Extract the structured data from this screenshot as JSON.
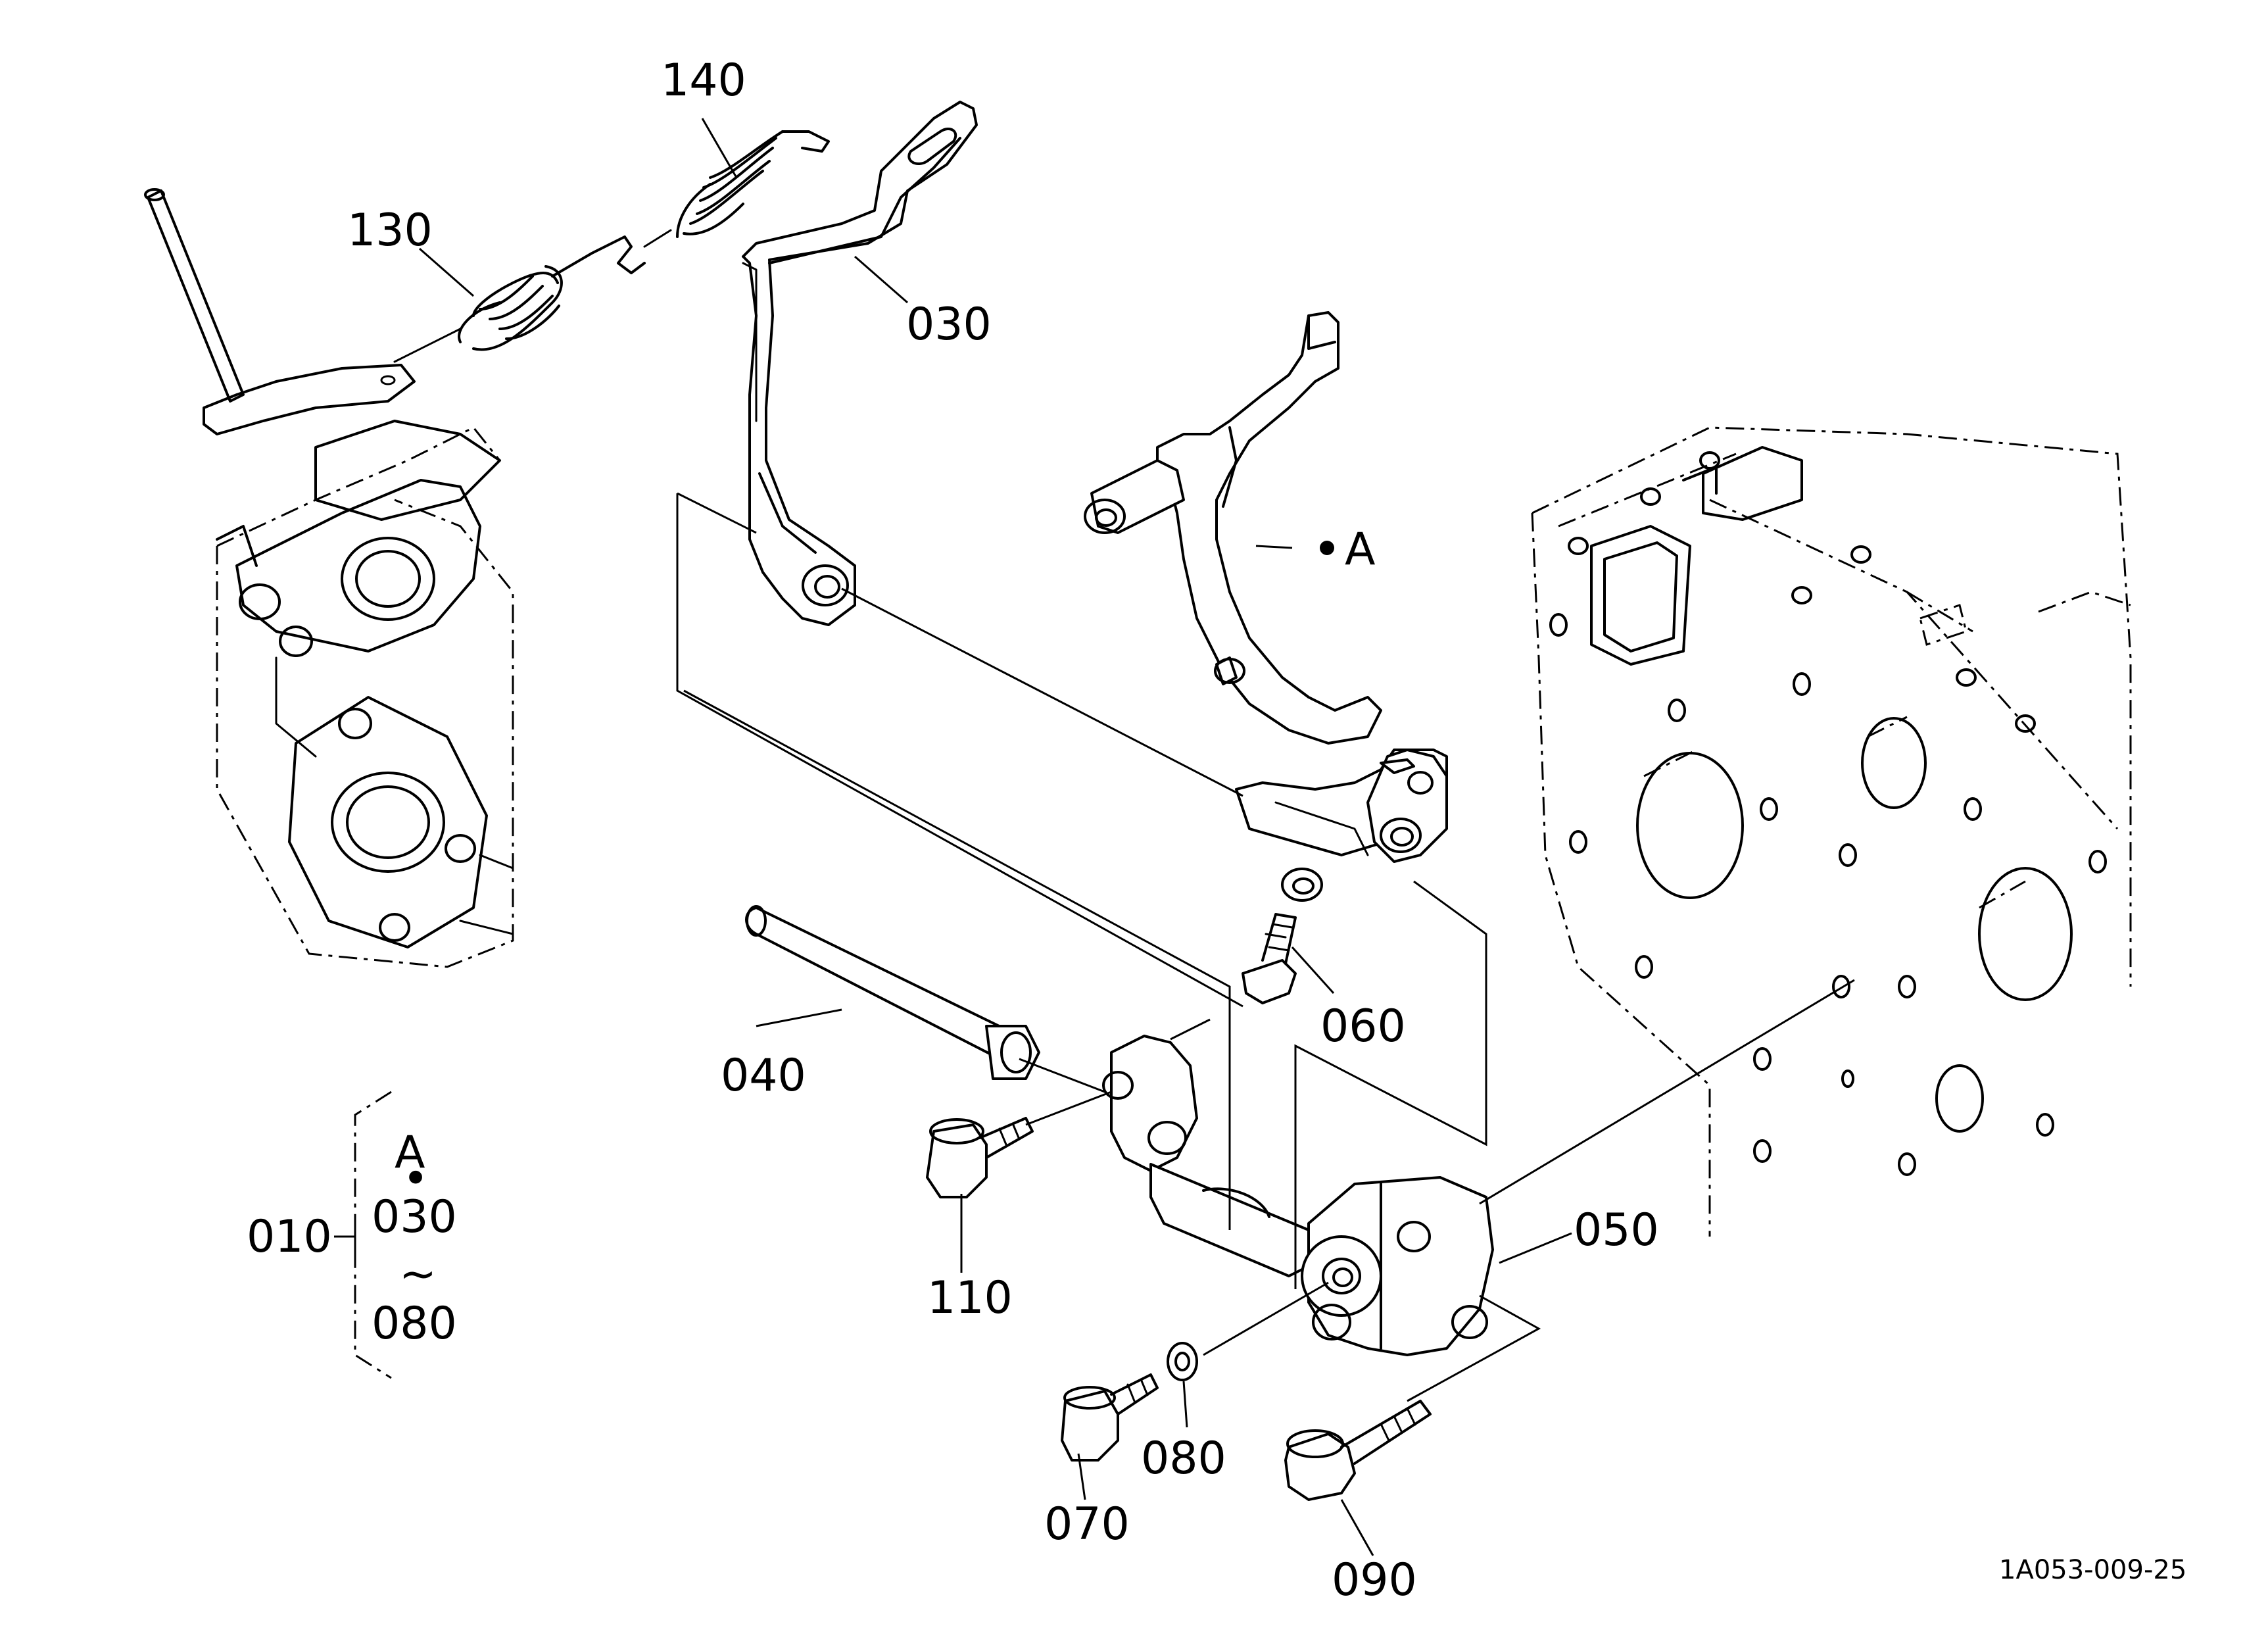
{
  "callouts": {
    "p140": "140",
    "p130": "130",
    "p030": "030",
    "a": "A",
    "p040": "040",
    "p060": "060",
    "p110": "110",
    "p050": "050",
    "p070": "070",
    "p080": "080",
    "p090": "090"
  },
  "assembly_group": {
    "id": "010",
    "top": "A",
    "middle": "030",
    "bottom": "080",
    "dot": "•",
    "range": "~"
  },
  "reference_code": "1A053-009-25"
}
